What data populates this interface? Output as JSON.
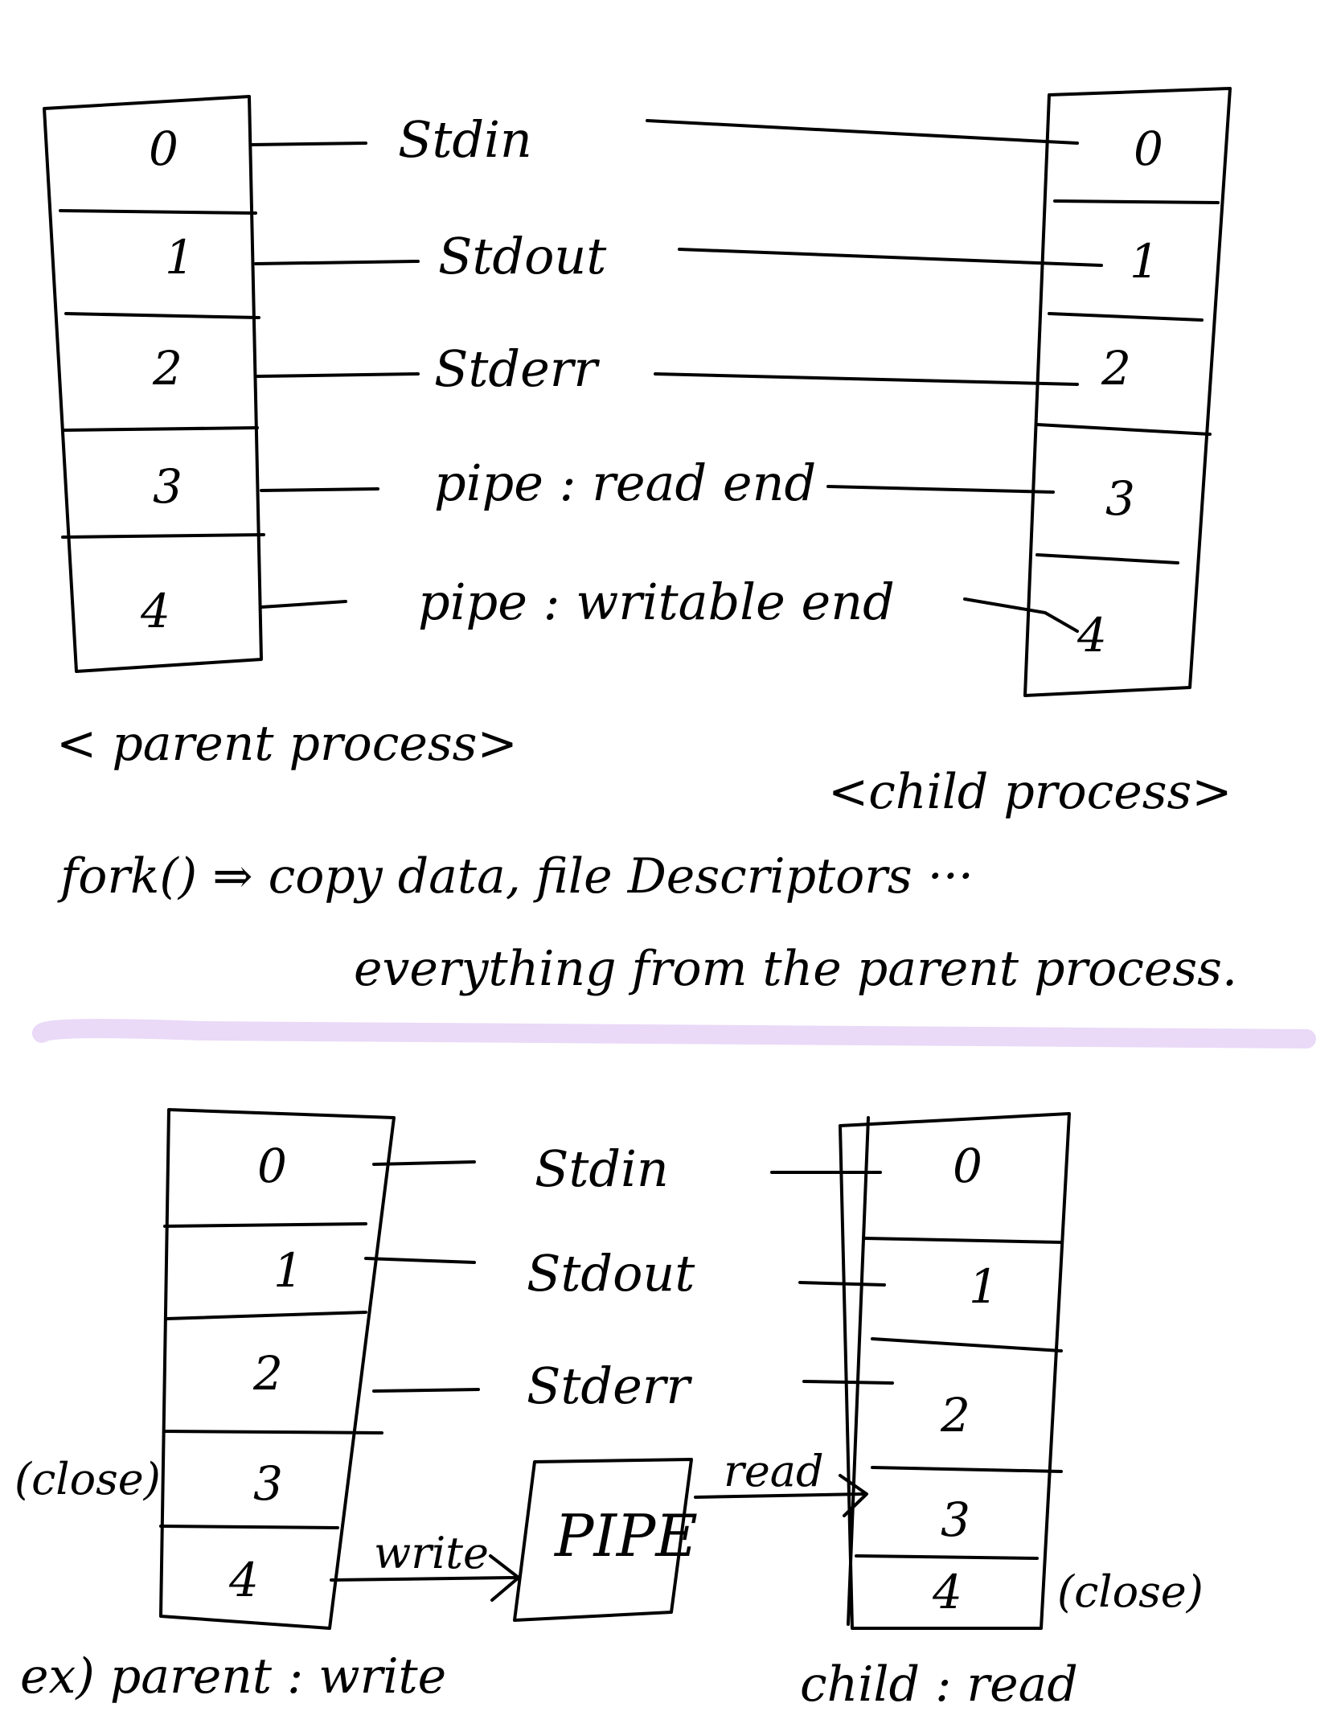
{
  "top": {
    "fd_numbers": [
      "0",
      "1",
      "2",
      "3",
      "4"
    ],
    "streams": [
      "Stdin",
      "Stdout",
      "Stderr",
      "pipe : read end",
      "pipe : writable end"
    ],
    "parent_caption": "< parent process>",
    "child_caption": "<child process>",
    "fork_line1": "fork() ⇒ copy data, file Descriptors ···",
    "fork_line2": "everything from the parent process."
  },
  "divider": {
    "color": "#ead9f7"
  },
  "bottom": {
    "fd_numbers": [
      "0",
      "1",
      "2",
      "3",
      "4"
    ],
    "streams": [
      "Stdin",
      "Stdout",
      "Stderr"
    ],
    "parent_close": "(close)",
    "child_close": "(close)",
    "pipe_label": "PIPE",
    "write_label": "write",
    "read_label": "read",
    "example_parent": "ex) parent : write",
    "example_child": "child : read"
  }
}
